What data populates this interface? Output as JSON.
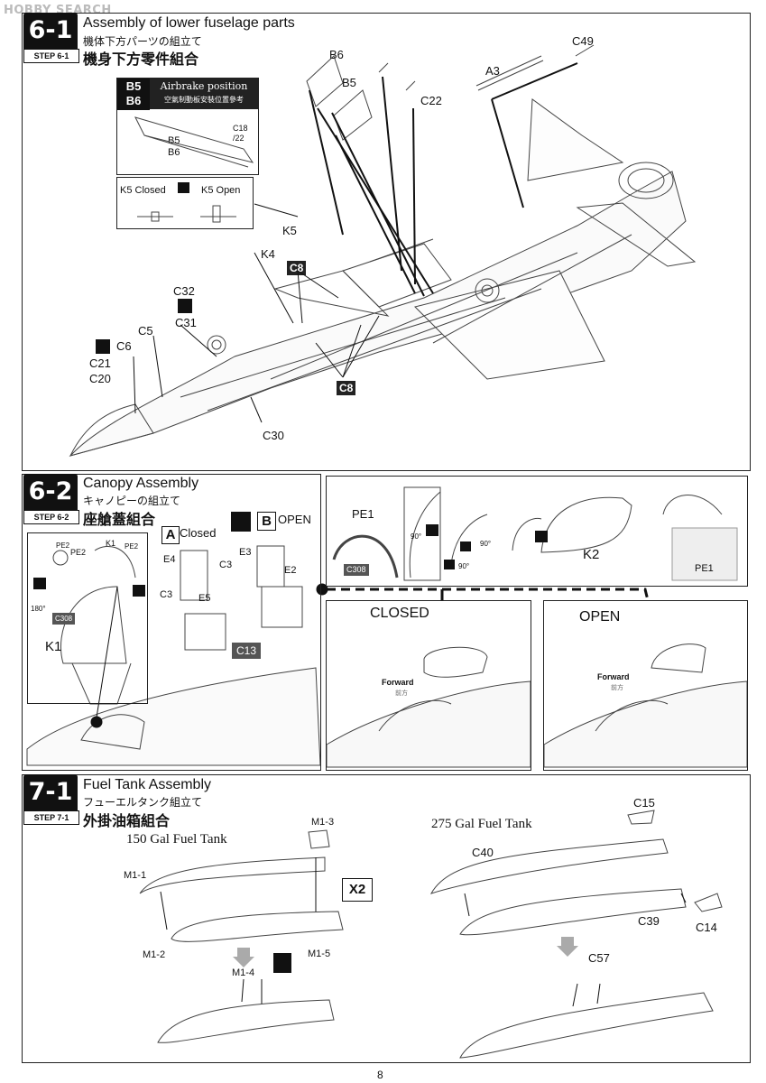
{
  "watermark": "HOBBY SEARCH",
  "page_number": "8",
  "s61": {
    "badge": "6-1",
    "step": "STEP 6-1",
    "title_en": "Assembly of lower fuselage parts",
    "title_jp": "機体下方パーツの組立て",
    "title_zh": "機身下方零件組合",
    "airbrake": {
      "b5": "B5",
      "b6": "B6",
      "title": "Airbrake position",
      "subtitle": "空氣制動板安裝位置參考",
      "c18": "C18",
      "c22": "/22",
      "lb5": "B5",
      "lb6": "B6"
    },
    "k5box": {
      "closed": "K5 Closed",
      "open": "K5 Open"
    },
    "labels": {
      "B6": "B6",
      "B5": "B5",
      "C22": "C22",
      "C49": "C49",
      "A3": "A3",
      "K5": "K5",
      "K4": "K4",
      "C8a": "C8",
      "C8b": "C8",
      "C32": "C32",
      "C31": "C31",
      "C5": "C5",
      "C6": "C6",
      "C21": "C21",
      "C20": "C20",
      "C30": "C30"
    }
  },
  "s62": {
    "badge": "6-2",
    "step": "STEP 6-2",
    "title_en": "Canopy Assembly",
    "title_jp": "キャノピーの組立て",
    "title_zh": "座艙蓋組合",
    "optA": "A",
    "optA_label": "Closed",
    "optB": "B",
    "optB_label": "OPEN",
    "inset": {
      "pe2a": "PE2",
      "pe2b": "PE2",
      "k1": "K1",
      "pe2c": "PE2",
      "c308": "C308",
      "deg": "180°",
      "k1big": "K1"
    },
    "labels": {
      "E4": "E4",
      "C3a": "C3",
      "C3b": "C3",
      "E5": "E5",
      "E3": "E3",
      "E2": "E2",
      "C13": "C13"
    },
    "pe": {
      "pe1": "PE1",
      "c308": "C308",
      "deg1": "90°",
      "deg2": "90°",
      "deg3": "90°",
      "k2": "K2",
      "pe1b": "PE1"
    },
    "closed": {
      "title": "CLOSED",
      "fwd": "Forward",
      "fwd_zh": "前方"
    },
    "open": {
      "title": "OPEN",
      "fwd": "Forward",
      "fwd_zh": "前方"
    }
  },
  "s71": {
    "badge": "7-1",
    "step": "STEP 7-1",
    "title_en": "Fuel Tank Assembly",
    "title_jp": "フューエルタンク組立て",
    "title_zh": "外掛油箱組合",
    "tank150": "150 Gal Fuel Tank",
    "tank275": "275 Gal Fuel Tank",
    "x2": "X2",
    "labels": {
      "M13": "M1-3",
      "M11": "M1-1",
      "M12": "M1-2",
      "M14": "M1-4",
      "M15": "M1-5",
      "C15": "C15",
      "C40": "C40",
      "C39": "C39",
      "C14": "C14",
      "C57": "C57"
    }
  }
}
